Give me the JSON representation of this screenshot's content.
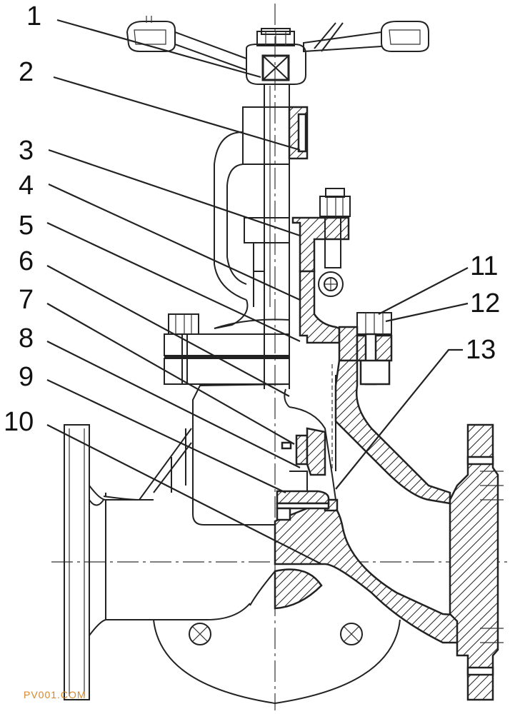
{
  "labels": [
    "1",
    "2",
    "3",
    "4",
    "5",
    "6",
    "7",
    "8",
    "9",
    "10",
    "11",
    "12",
    "13"
  ],
  "watermark": "PV001.COM"
}
